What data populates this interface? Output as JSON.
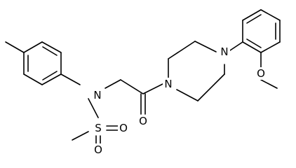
{
  "atoms": {
    "n_sulfonamide": "N",
    "n_piperazine_left": "N",
    "n_piperazine_right": "N",
    "o_carbonyl": "O",
    "o_methoxy": "O",
    "sulfur": "S",
    "o_sulfonyl_right": "O",
    "o_sulfonyl_bottom": "O"
  },
  "colors": {
    "bond": "#000000",
    "label": "#000000",
    "background": "#ffffff"
  }
}
